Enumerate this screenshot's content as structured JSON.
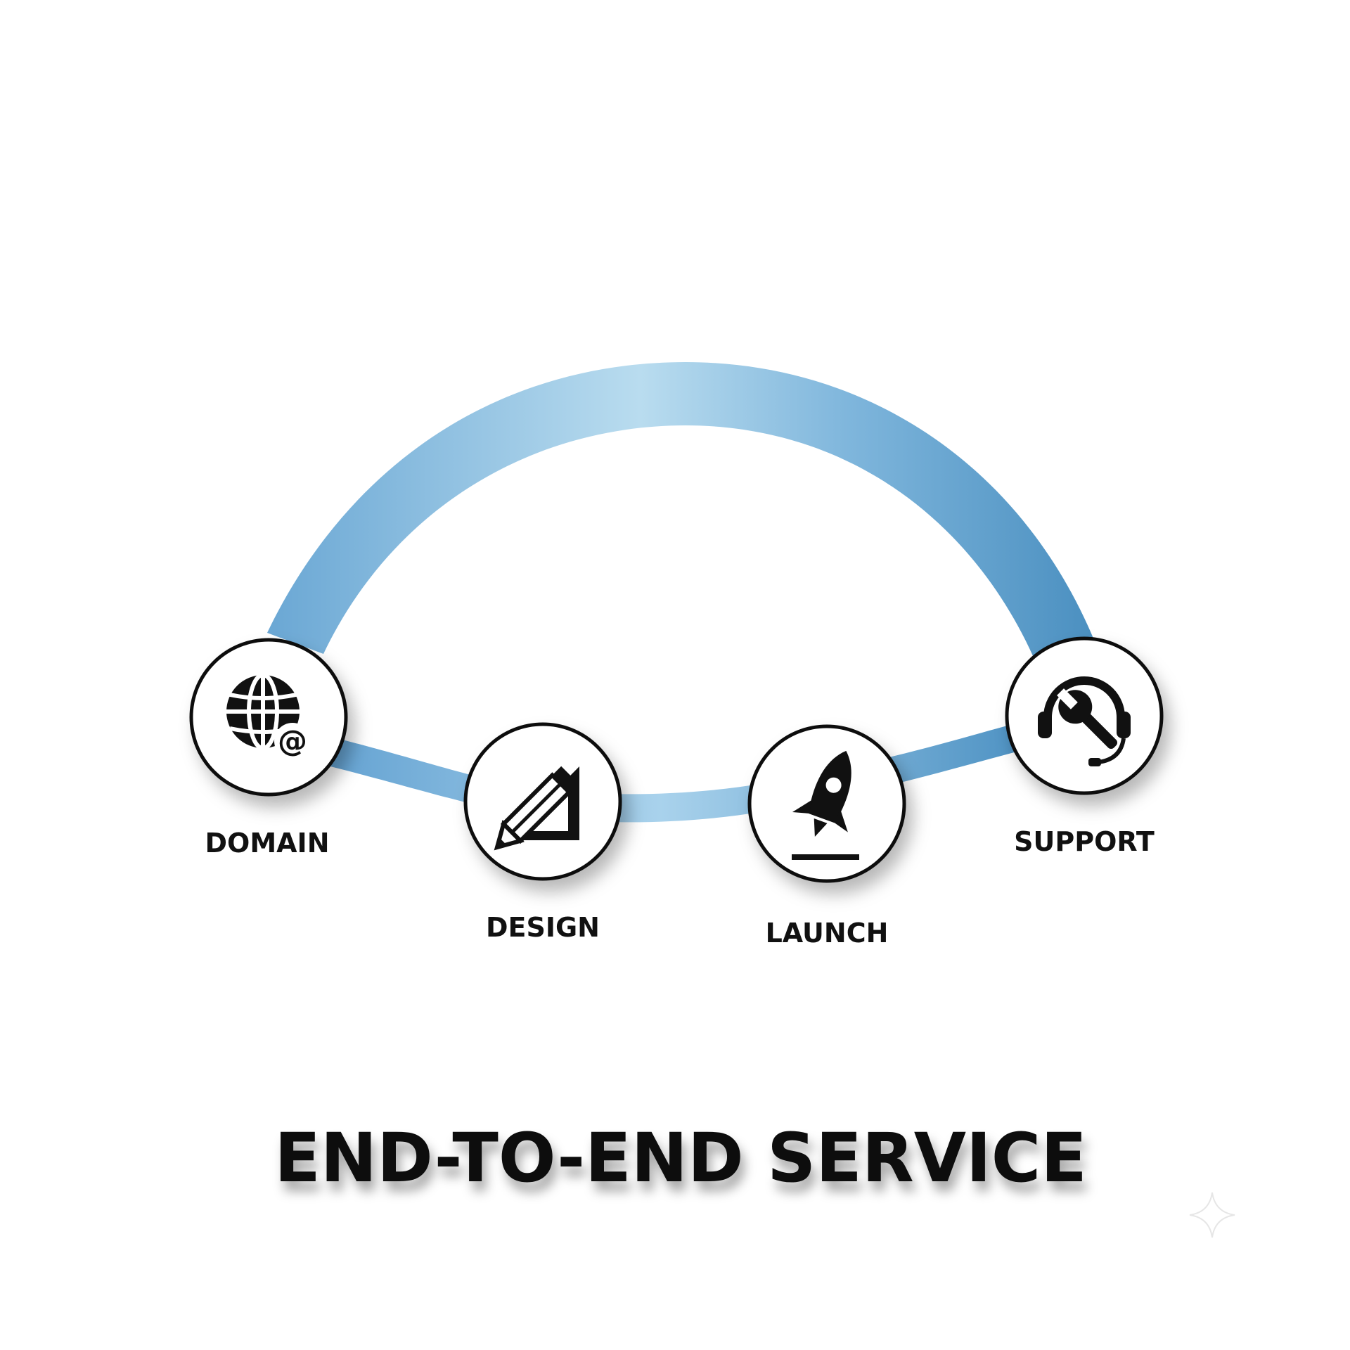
{
  "title": "END-TO-END SERVICE",
  "colors": {
    "band_light": "#b9dcef",
    "band_mid": "#7fb6dc",
    "band_dark": "#4a8fc0",
    "icon": "#111111",
    "circle_border": "#111111"
  },
  "steps": [
    {
      "label": "DOMAIN",
      "icon": "globe-at-icon"
    },
    {
      "label": "DESIGN",
      "icon": "pencil-ruler-icon"
    },
    {
      "label": "LAUNCH",
      "icon": "rocket-icon"
    },
    {
      "label": "SUPPORT",
      "icon": "headset-wrench-icon"
    }
  ]
}
